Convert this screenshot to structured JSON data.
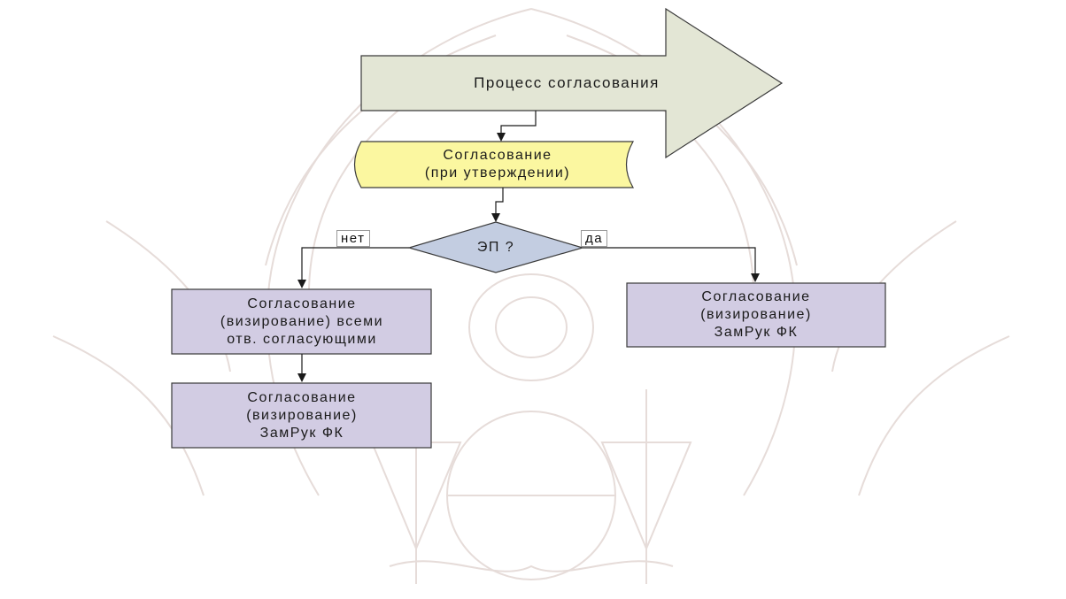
{
  "diagram": {
    "process_arrow_label": "Процесс согласования",
    "approval_step_label": "Согласование\n(при утверждении)",
    "decision_label": "ЭП ?",
    "no_branch_label": "нет",
    "yes_branch_label": "да",
    "no_step1_label": "Согласование\n(визирование) всеми\nотв. согласующими",
    "no_step2_label": "Согласование\n(визирование)\nЗамРук ФК",
    "yes_step_label": "Согласование\n(визирование)\nЗамРук ФК"
  },
  "colors": {
    "background": "#ffffff",
    "watermark": "#e6dcd9",
    "process_arrow_fill": "#e3e6d5",
    "approval_step_fill": "#fbf7a0",
    "decision_fill": "#c3cde1",
    "task_box_fill": "#d2cce3",
    "outline": "#3a3a3a",
    "connector": "#1a1a1a"
  }
}
